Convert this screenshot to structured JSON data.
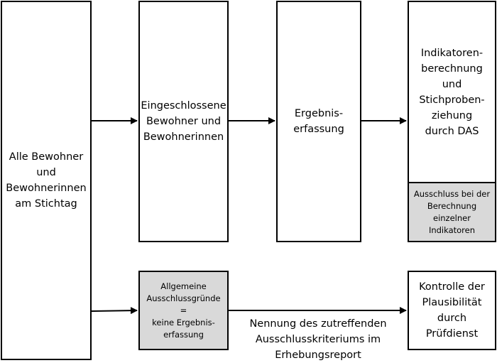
{
  "boxes": {
    "residents_all": "Alle Bewohner\nund\nBewohnerinnen\nam Stichtag",
    "included": "Eingeschlossene\nBewohner und\nBewohnerinnen",
    "data_collection": "Ergebnis-\nerfassung",
    "indicators": "Indikatoren-\nberechnung\nund\nStichproben-\nziehung\ndurch DAS",
    "exclusion_calc": "Ausschluss bei der\nBerechnung\neinzelner\nIndikatoren",
    "general_exclusion": "Allgemeine\nAusschlussgründe =\nkeine Ergebnis-\nerfassung",
    "plausibility": "Kontrolle der\nPlausibilität\ndurch\nPrüfdienst"
  },
  "annotation": "Nennung des zutreffenden\nAusschlusskriteriums im\nErhebungsreport",
  "colors": {
    "gray_fill": "#d9d9d9",
    "line": "#000000"
  }
}
